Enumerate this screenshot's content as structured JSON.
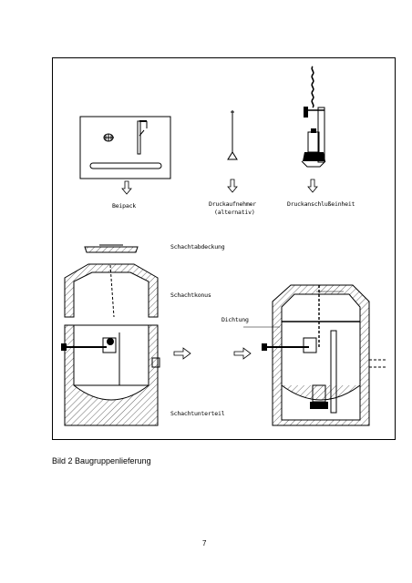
{
  "labels": {
    "beipack": "Beipack",
    "druckaufnehmer": "Druckaufnehmer",
    "alternativ": "(alternativ)",
    "druckanschlusseinheit": "Druckanschlußeinheit",
    "schachtabdeckung": "Schachtabdeckung",
    "schachtkonus": "Schachtkonus",
    "dichtung": "Dichtung",
    "schachtunterteil": "Schachtunterteil"
  },
  "caption": "Bild 2 Baugruppenlieferung",
  "page_number": "7"
}
